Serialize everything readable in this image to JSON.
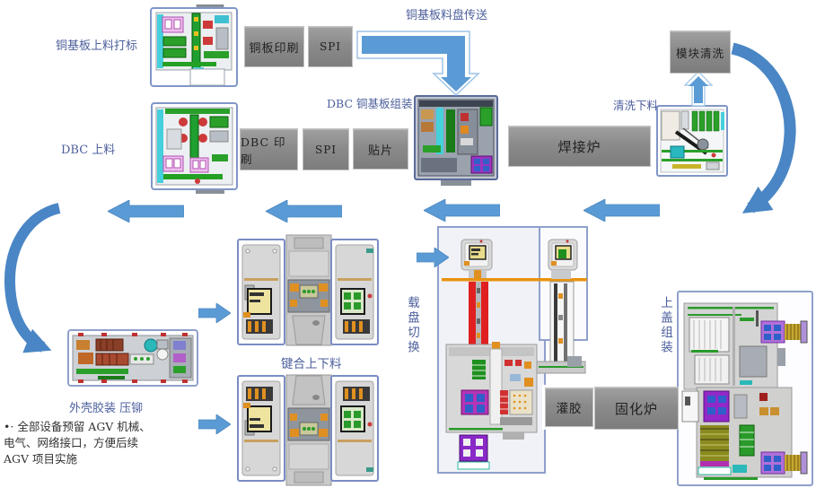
{
  "colors": {
    "arrow_blue": "#5b9bd5",
    "curve_blue": "#4a86c5",
    "process_box_gray": "#8d8d8d",
    "label_blue": "#4c5f9c",
    "note_text": "#333333",
    "panel_border": "#8fa0cc"
  },
  "labels": {
    "station_copper_loading": "铜基板上料打标",
    "tray_transfer": "铜基板料盘传送",
    "dbc_loading": "DBC 上料",
    "dbc_assembly": "DBC 铜基板组装",
    "clean_unloading": "清洗下料",
    "shell_glue_rivet": "外壳胶装 压铆",
    "bonding_load_unload": "键合上下料",
    "tray_switch": "载盘切换",
    "cover_assembly": "上盖组装"
  },
  "process_boxes": {
    "copper_print": "铜板印刷",
    "spi_top": "SPI",
    "module_clean": "模块清洗",
    "dbc_print": "DBC 印刷",
    "spi_mid": "SPI",
    "chip_mount": "贴片",
    "solder_furnace": "焊接炉",
    "glue_fill": "灌胶",
    "cure_furnace": "固化炉"
  },
  "note": {
    "line1": "•· 全部设备预留 AGV 机械、",
    "line2": "电气、网络接口，方便后续",
    "line3": "AGV 项目实施"
  }
}
